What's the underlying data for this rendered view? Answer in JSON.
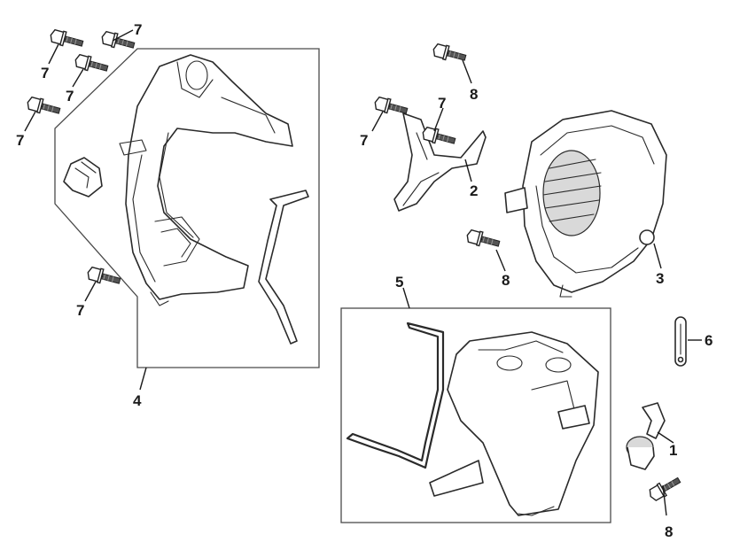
{
  "callouts": {
    "c1": "1",
    "c2": "2",
    "c3": "3",
    "c4": "4",
    "c5": "5",
    "c6": "6",
    "c7a": "7",
    "c7b": "7",
    "c7c": "7",
    "c7d": "7",
    "c7e": "7",
    "c7f": "7",
    "c7g": "7",
    "c8a": "8",
    "c8b": "8",
    "c8c": "8"
  }
}
